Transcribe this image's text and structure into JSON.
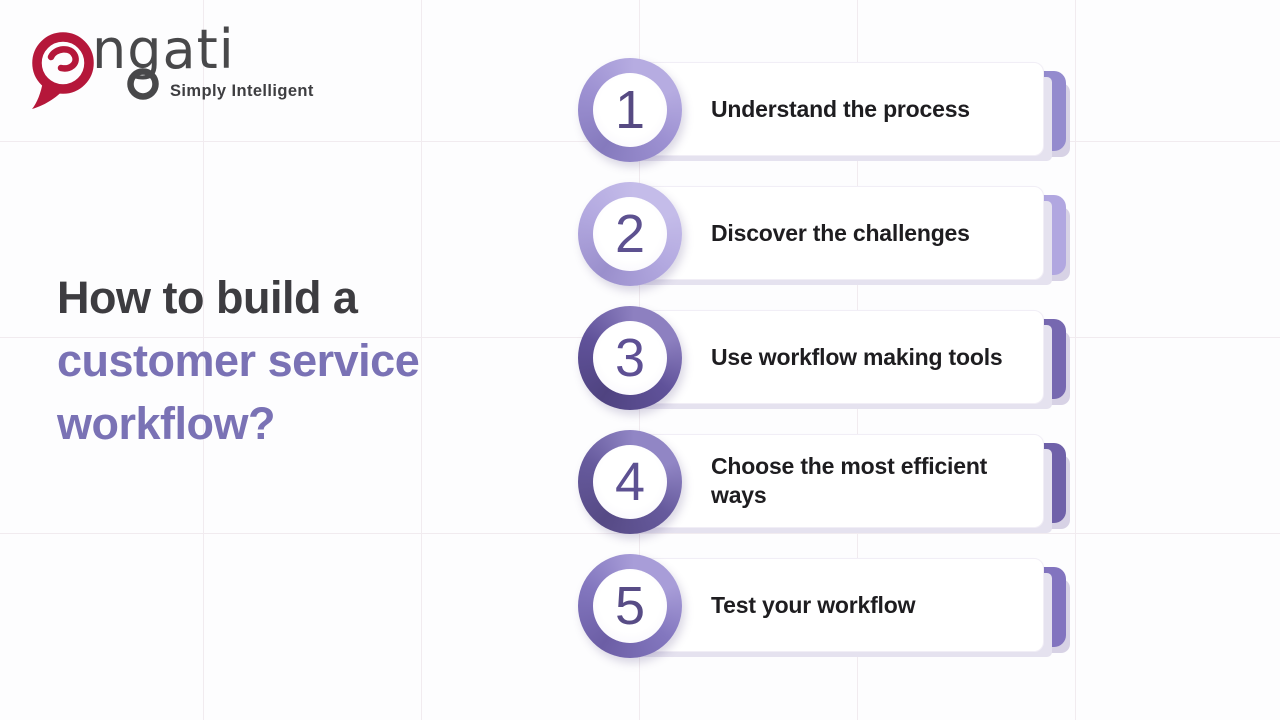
{
  "logo": {
    "brand_rest": "ngati",
    "tagline": "Simply Intelligent",
    "bubble_color": "#b5173a",
    "text_color": "#48484a",
    "tagline_color": "#3e3e41"
  },
  "title": {
    "prefix": "How to build a ",
    "highlight": "customer service workflow?",
    "prefix_color": "#3d3c40",
    "highlight_color": "#7a72b5"
  },
  "steps": [
    {
      "number": "1",
      "label": "Understand the process",
      "ring_base": "#9d91d2",
      "ring_dark": "#857abd",
      "ring_light": "#b6ace1",
      "number_color": "#564a82",
      "tab_color": "#948bce"
    },
    {
      "number": "2",
      "label": "Discover the challenges",
      "ring_base": "#b3a9e0",
      "ring_dark": "#9a8fcc",
      "ring_light": "#c4bce9",
      "number_color": "#5d5190",
      "tab_color": "#b1a7e0"
    },
    {
      "number": "3",
      "label": "Use workflow making tools",
      "ring_base": "#60529a",
      "ring_dark": "#4f4380",
      "ring_light": "#8d80c0",
      "number_color": "#5e5094",
      "tab_color": "#7668b0"
    },
    {
      "number": "4",
      "label": "Choose the most efficient ways",
      "ring_base": "#665a9d",
      "ring_dark": "#564a85",
      "ring_light": "#9186c5",
      "number_color": "#5d5192",
      "tab_color": "#6f61a9"
    },
    {
      "number": "5",
      "label": "Test your workflow",
      "ring_base": "#8377bf",
      "ring_dark": "#6c5ea5",
      "ring_light": "#a89dd8",
      "number_color": "#584c86",
      "tab_color": "#8274bf"
    }
  ]
}
